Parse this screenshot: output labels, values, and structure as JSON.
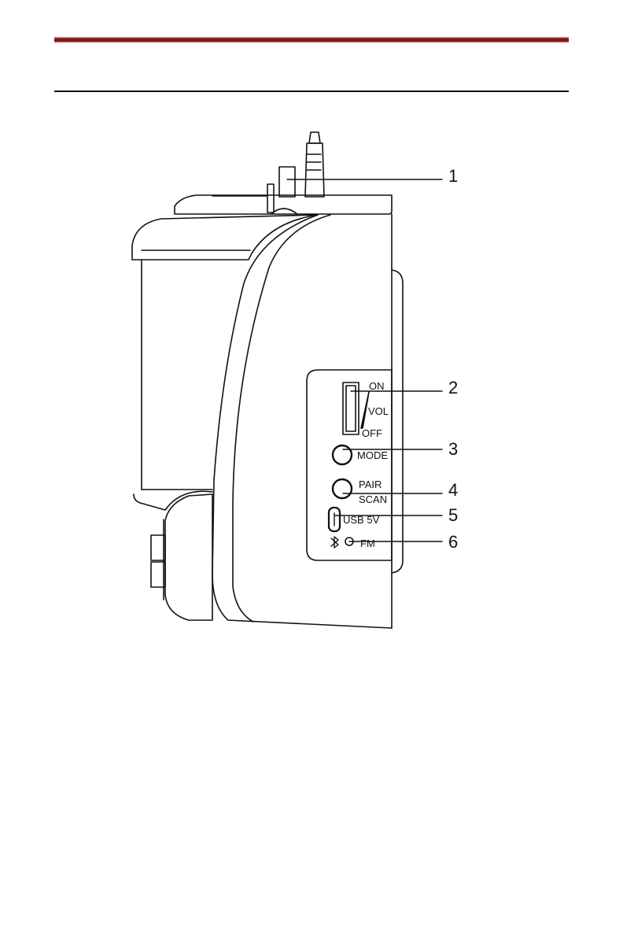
{
  "figure": {
    "controls": {
      "on": "ON",
      "vol": "VOL",
      "off": "OFF",
      "mode": "MODE",
      "pair": "PAIR",
      "scan": "SCAN",
      "usb": "USB 5V",
      "fm": "FM"
    },
    "callouts": [
      "1",
      "2",
      "3",
      "4",
      "5",
      "6"
    ]
  },
  "colors": {
    "top_rule": "#7a1010",
    "line": "#111111"
  }
}
